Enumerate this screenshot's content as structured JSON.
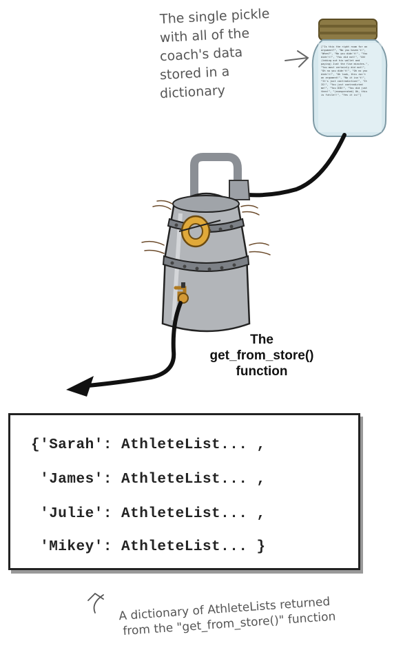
{
  "pickle_note": {
    "lines": [
      "The single pickle",
      "with all of the",
      "coach's data",
      "stored in a",
      "dictionary"
    ]
  },
  "jar_contents": "[\"Is this the right room for an argument?\", \"No you haven't!\", \"When?\", \"No you didn't!\", \"You didn't!\", \"You did not!\", \"Ah! (taking out his wallet and paying) Just the five minutes.\", \"You most certainly did not!\", \"Oh no you didn't!\", \"Oh no you didn't!\", \"Oh look, this isn't an argument!\", \"No it isn't!\", \"It's just contradiction!\", \"It IS!\", \"You just contradicted me!\", \"You DID!\", \"You did just then!\", \"(exasperated) Oh, this is futile!!\", \"Yes it is!\"]",
  "function_label": {
    "lines": [
      "The",
      "get_from_store()",
      "function"
    ]
  },
  "dictionary": {
    "lines": [
      "{'Sarah': AthleteList... ,",
      " 'James': AthleteList... ,",
      " 'Julie': AthleteList... ,",
      " 'Mikey': AthleteList... }"
    ]
  },
  "bottom_note": {
    "lines": [
      "A dictionary of AthleteLists returned",
      "from the \"get_from_store()\" function"
    ]
  }
}
